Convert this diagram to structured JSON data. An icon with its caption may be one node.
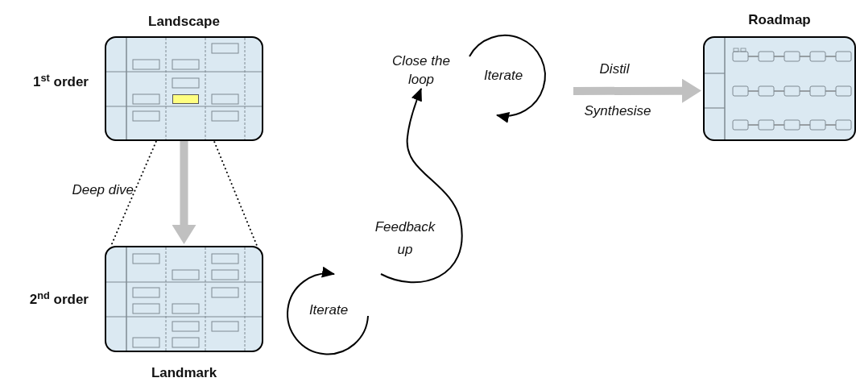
{
  "diagram": {
    "nodes": [
      {
        "text": [
          "Landscape"
        ],
        "beside": [
          "1$^{st}$ order"
        ]
      },
      {
        "text": [
          "Landmark"
        ],
        "beside": [
          "2$^{nd}$ order"
        ]
      },
      {
        "text": [
          "Close the loop"
        ]
      },
      {
        "text": [
          "Roadmap"
        ]
      },
      {
        "text": [],
        "shape": "box",
        "in": 0
      }
    ],
    "edges": [
      {
        "from": 0,
        "to": 1,
        "arrow": "to",
        "style": "thick",
        "color": "#c0c0c0"
      },
      {
        "from": 4,
        "to": 1,
        "arrow": "none",
        "style": "dashed",
        "label": "Deep dive"
      },
      {
        "from": 4,
        "to": 1,
        "arrow": "none",
        "style": "dashed"
      },
      {
        "from": null,
        "to": 2,
        "arrow": "to",
        "label": "Feedback up"
      },
      {
        "from": null,
        "to": 3,
        "arrow": "to",
        "style": "thick",
        "color": "#c0c0c0",
        "label": "Distil"
      }
    ],
    "labels": [
      "Iterate",
      "Synthesise",
      "Iterate"
    ]
  }
}
